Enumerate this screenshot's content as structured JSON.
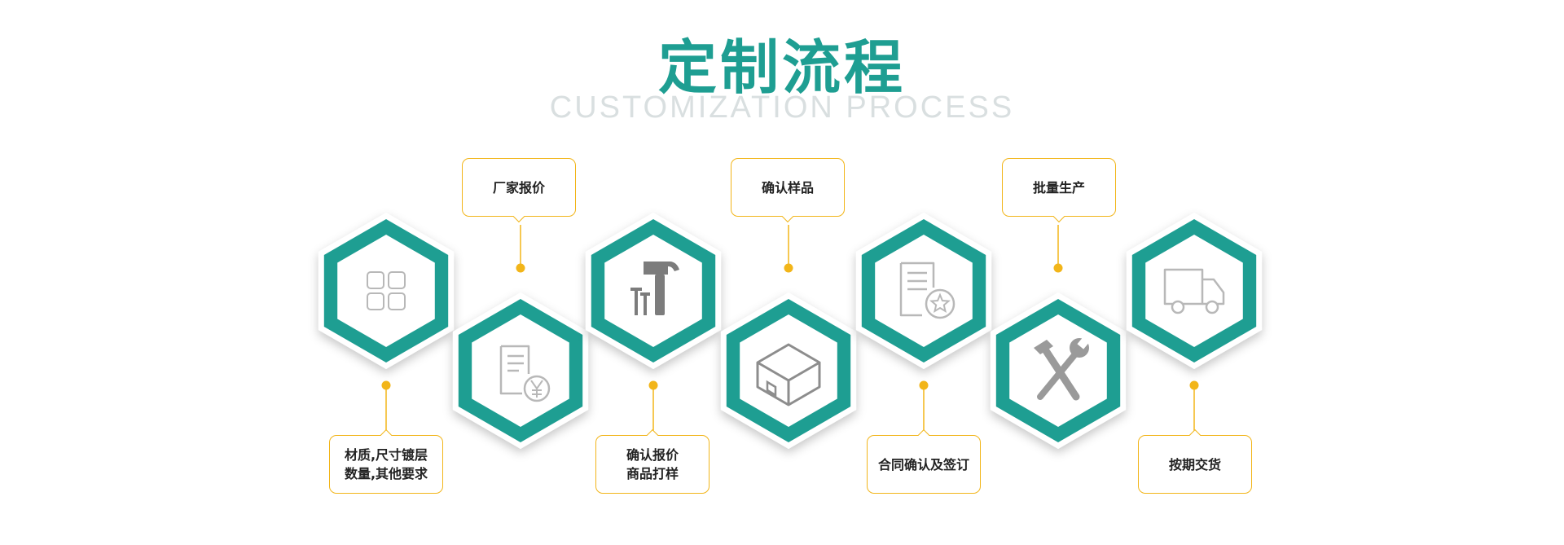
{
  "header": {
    "title": "定制流程",
    "subtitle": "CUSTOMIZATION PROCESS"
  },
  "colors": {
    "teal": "#1e9e92",
    "accent": "#f2b519",
    "icon_gray": "#b8b8b8"
  },
  "steps": [
    {
      "label": "材质,尺寸镀层\n数量,其他要求",
      "icon": "grid-apps-icon"
    },
    {
      "label": "厂家报价",
      "icon": "invoice-yen-icon"
    },
    {
      "label": "确认报价\n商品打样",
      "icon": "hammer-nails-icon"
    },
    {
      "label": "确认样品",
      "icon": "box-icon"
    },
    {
      "label": "合同确认及签订",
      "icon": "document-star-icon"
    },
    {
      "label": "批量生产",
      "icon": "hammer-wrench-icon"
    },
    {
      "label": "按期交货",
      "icon": "truck-icon"
    }
  ]
}
